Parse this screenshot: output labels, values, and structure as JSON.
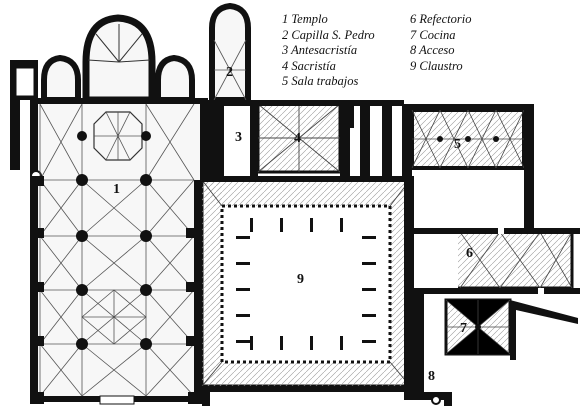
{
  "legend": {
    "col1": [
      "1 Templo",
      "2 Capilla S. Pedro",
      "3 Antesacristía",
      "4 Sacristía",
      "5 Sala trabajos"
    ],
    "col2": [
      "6 Refectorio",
      "7 Cocina",
      "8 Acceso",
      "9 Claustro"
    ]
  },
  "plan_labels": {
    "templo": "1",
    "capilla": "2",
    "antesacristia": "3",
    "sacristia": "4",
    "sala_trabajos": "5",
    "refectorio": "6",
    "cocina": "7",
    "acceso": "8",
    "claustro": "9"
  },
  "colors": {
    "wall": "#111111",
    "vault_lines": "#555555",
    "paper": "#ffffff"
  }
}
